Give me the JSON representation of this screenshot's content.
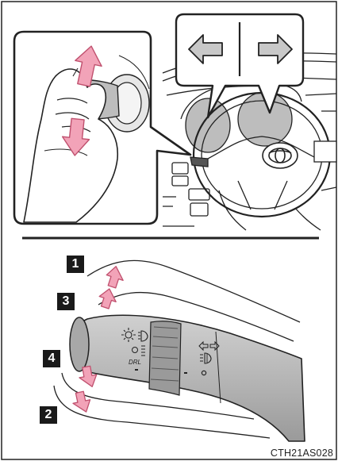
{
  "figure": {
    "code": "CTH21AS028",
    "labels": [
      "1",
      "3",
      "4",
      "2"
    ],
    "switch_marks": [
      "DRL",
      "O"
    ],
    "colors": {
      "arrow_pink": "#f2a3b8",
      "arrow_edge": "#c0506e",
      "stalk_gray": "#b9b9b9",
      "outline": "#222222",
      "num_box": "#1a1a1a"
    },
    "icons": [
      "turn-left-arrow-icon",
      "turn-right-arrow-icon",
      "headlight-icon",
      "fog-light-icon",
      "toyota-logo-icon"
    ]
  }
}
